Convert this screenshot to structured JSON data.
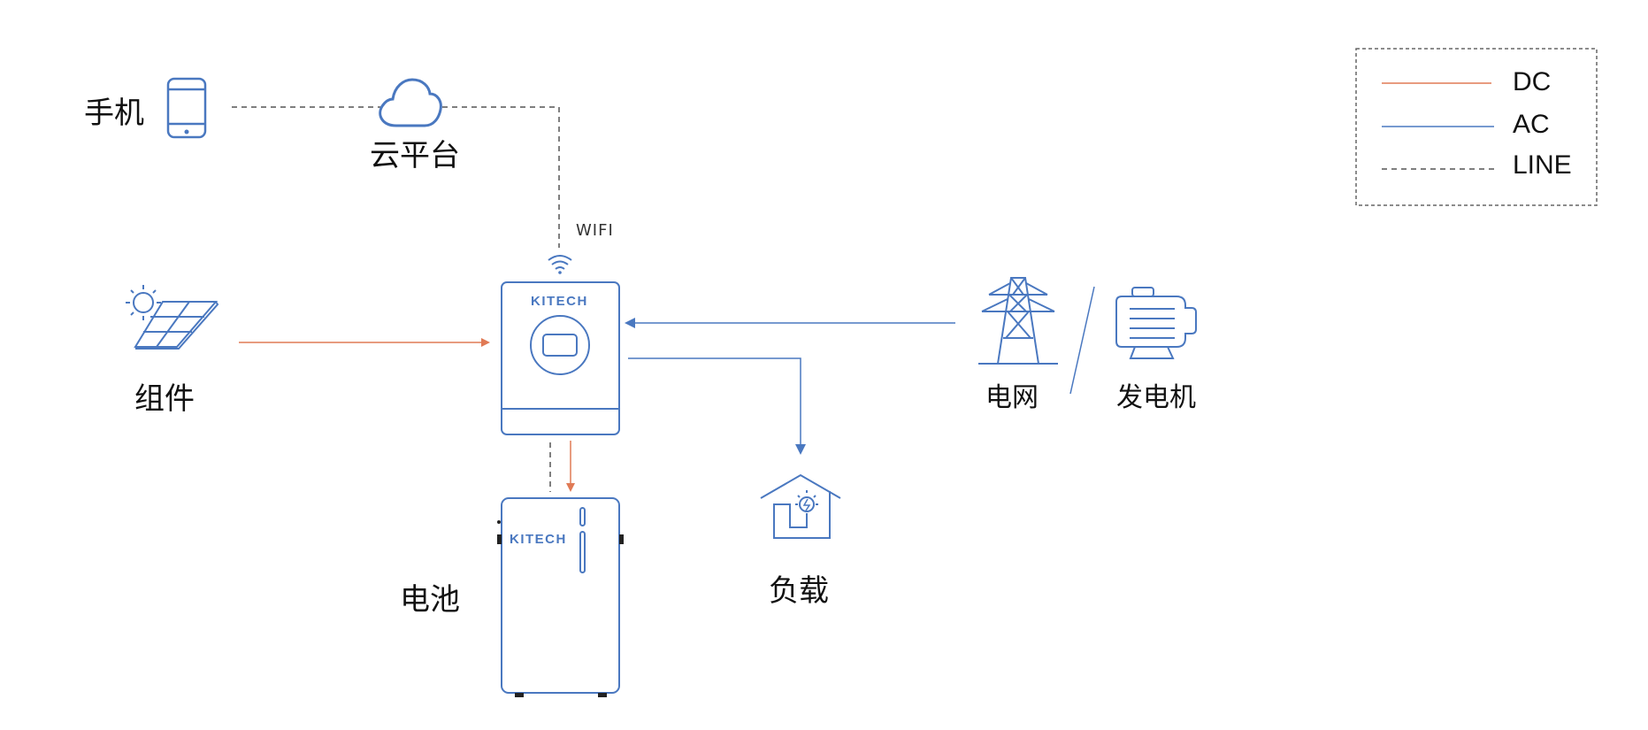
{
  "nodes": {
    "phone": {
      "label": "手机",
      "icon": "phone-icon"
    },
    "cloud": {
      "label": "云平台",
      "icon": "cloud-icon"
    },
    "wifi": {
      "label": "WIFI",
      "icon": "wifi-icon"
    },
    "pv": {
      "label": "组件",
      "icon": "solar-panel-icon"
    },
    "inverter": {
      "brand": "KITECH",
      "icon": "inverter-icon"
    },
    "battery": {
      "label": "电池",
      "brand": "KITECH",
      "icon": "battery-icon"
    },
    "load": {
      "label": "负载",
      "icon": "house-load-icon"
    },
    "grid": {
      "label": "电网",
      "icon": "power-tower-icon"
    },
    "generator": {
      "label": "发电机",
      "icon": "generator-icon"
    }
  },
  "legend": {
    "items": [
      {
        "label": "DC",
        "style": "solid",
        "color": "#e07a55"
      },
      {
        "label": "AC",
        "style": "solid",
        "color": "#4a78c0"
      },
      {
        "label": "LINE",
        "style": "dashed",
        "color": "#555555"
      }
    ]
  },
  "colors": {
    "dc": "#e07a55",
    "ac": "#4a78c0",
    "line": "#555555",
    "icon": "#4a78c0"
  }
}
